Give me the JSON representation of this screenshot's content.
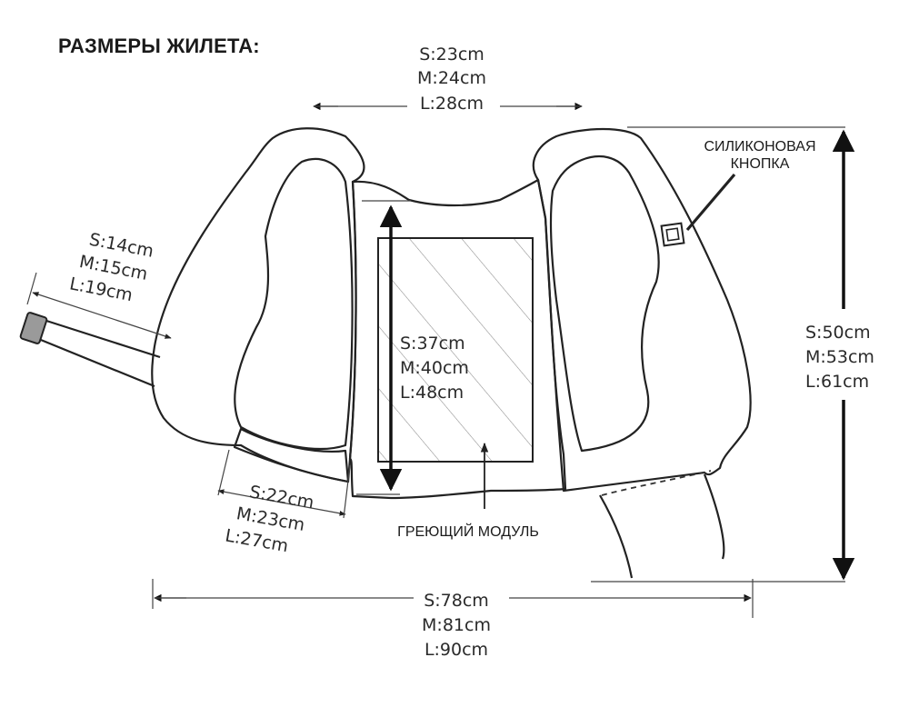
{
  "title": "РАЗМЕРЫ ЖИЛЕТА:",
  "dimensions": {
    "shoulder": [
      "S:23cm",
      "M:24cm",
      "L:28cm"
    ],
    "strap": [
      "S:14cm",
      "M:15cm",
      "L:19cm"
    ],
    "module": [
      "S:37cm",
      "M:40cm",
      "L:48cm"
    ],
    "height": [
      "S:50cm",
      "M:53cm",
      "L:61cm"
    ],
    "waistband": [
      "S:22cm",
      "M:23cm",
      "L:27cm"
    ],
    "width": [
      "S:78cm",
      "M:81cm",
      "L:90cm"
    ]
  },
  "labels": {
    "button": [
      "СИЛИКОНОВАЯ",
      "КНОПКА"
    ],
    "heating_module": "ГРЕЮЩИЙ МОДУЛЬ"
  }
}
